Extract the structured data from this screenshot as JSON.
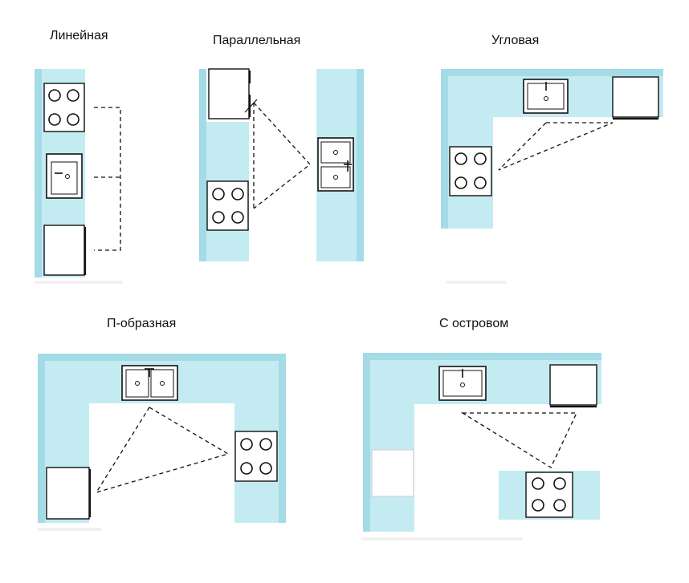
{
  "layouts": {
    "linear": "Линейная",
    "parallel": "Параллельная",
    "corner": "Угловая",
    "u_shaped": "П-образная",
    "island": "С островом"
  },
  "colors": {
    "counter": "#c4ebf2",
    "wall": "#a3dbe6",
    "line": "#111111",
    "background": "#ffffff",
    "appliance": "#ffffff"
  },
  "icons": [
    "cooktop-icon",
    "sink-icon",
    "double-sink-icon",
    "refrigerator-icon",
    "work-triangle-icon"
  ]
}
